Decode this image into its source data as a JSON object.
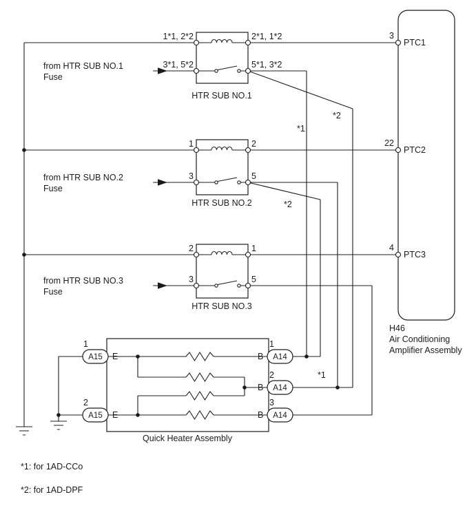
{
  "diagram": {
    "relays": [
      {
        "name": "HTR SUB NO.1",
        "pin_top_left": "1*1, 2*2",
        "pin_top_right": "2*1, 1*2",
        "pin_bottom_left": "3*1, 5*2",
        "pin_bottom_right": "5*1, 3*2",
        "fuse_label_line1": "from HTR SUB NO.1",
        "fuse_label_line2": "Fuse"
      },
      {
        "name": "HTR SUB NO.2",
        "pin_top_left": "1",
        "pin_top_right": "2",
        "pin_bottom_left": "3",
        "pin_bottom_right": "5",
        "fuse_label_line1": "from HTR SUB NO.2",
        "fuse_label_line2": "Fuse"
      },
      {
        "name": "HTR SUB NO.3",
        "pin_top_left": "2",
        "pin_top_right": "1",
        "pin_bottom_left": "3",
        "pin_bottom_right": "5",
        "fuse_label_line1": "from HTR SUB NO.3",
        "fuse_label_line2": "Fuse"
      }
    ],
    "amplifier": {
      "connector_code": "H46",
      "name_line1": "Air Conditioning",
      "name_line2": "Amplifier Assembly",
      "pins": [
        {
          "number": "3",
          "label": "PTC1"
        },
        {
          "number": "22",
          "label": "PTC2"
        },
        {
          "number": "4",
          "label": "PTC3"
        }
      ]
    },
    "heater": {
      "name": "Quick Heater Assembly",
      "left_connectors": [
        {
          "pin": "1",
          "code": "A15",
          "terminal": "E"
        },
        {
          "pin": "2",
          "code": "A15",
          "terminal": "E"
        }
      ],
      "right_connectors": [
        {
          "pin": "1",
          "code": "A14",
          "terminal": "B"
        },
        {
          "pin": "2",
          "code": "A14",
          "terminal": "B"
        },
        {
          "pin": "3",
          "code": "A14",
          "terminal": "B"
        }
      ]
    },
    "wire_tags": {
      "relay1_dpf": "*2",
      "relay1_cco": "*1",
      "relay2_dpf": "*2",
      "relay2_cco": "*1"
    },
    "footnotes": [
      "*1: for 1AD-CCo",
      "*2: for 1AD-DPF"
    ]
  }
}
